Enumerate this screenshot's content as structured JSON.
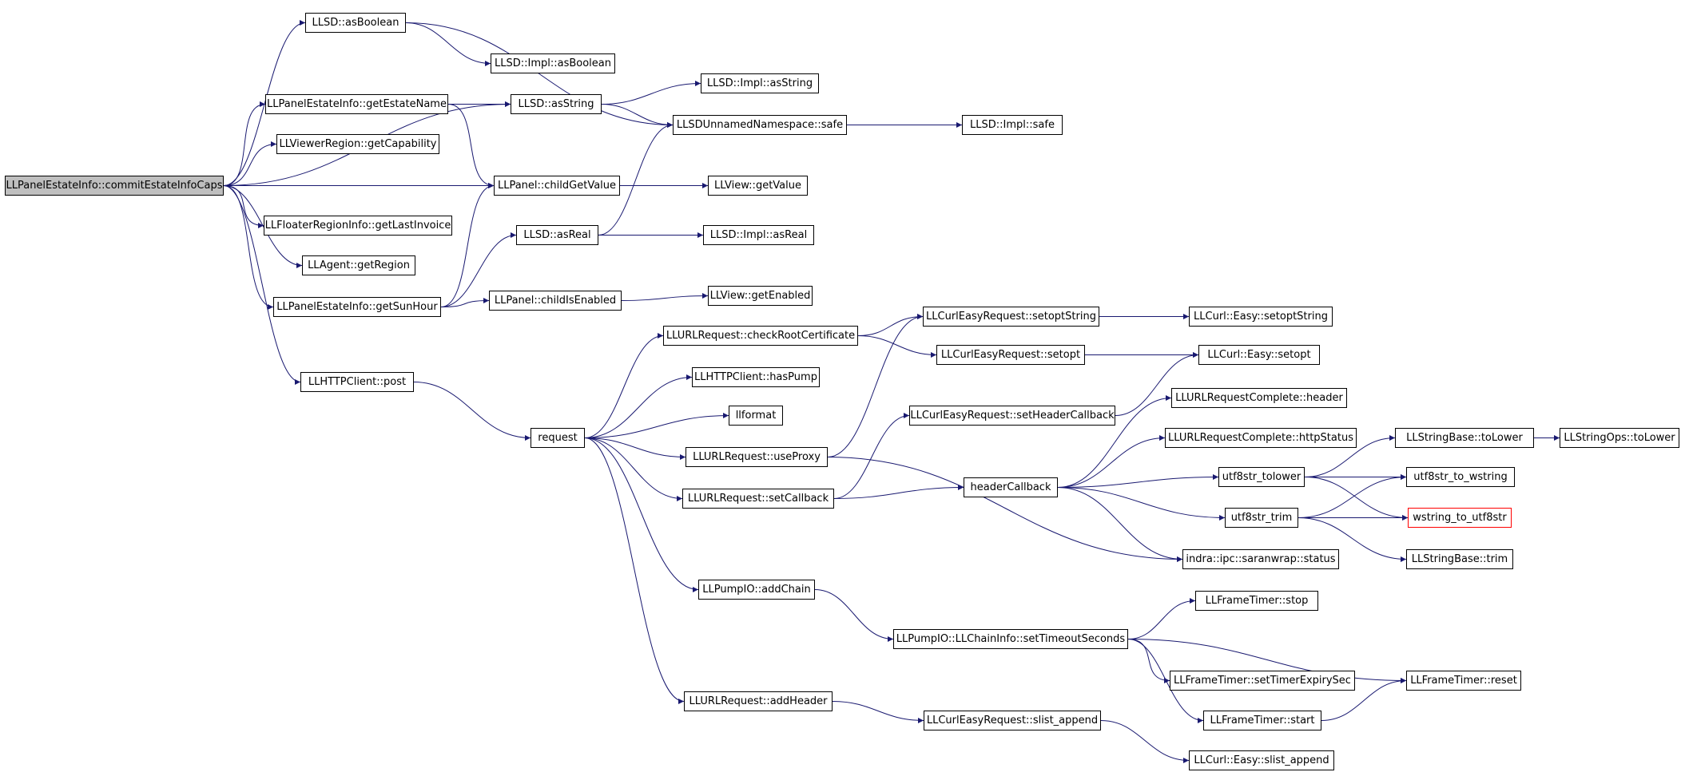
{
  "colors": {
    "edge": "#191970",
    "border": "#000000",
    "root_fill": "#bfbfbf",
    "highlight_border": "#ff0000"
  },
  "nodes": [
    {
      "id": "root",
      "label": "LLPanelEstateInfo::commitEstateInfoCaps",
      "kind": "root"
    },
    {
      "id": "asBoolean",
      "label": "LLSD::asBoolean"
    },
    {
      "id": "implAsBoolean",
      "label": "LLSD::Impl::asBoolean"
    },
    {
      "id": "implAsString",
      "label": "LLSD::Impl::asString"
    },
    {
      "id": "getEstateName",
      "label": "LLPanelEstateInfo::getEstateName"
    },
    {
      "id": "asString",
      "label": "LLSD::asString"
    },
    {
      "id": "safe",
      "label": "LLSDUnnamedNamespace::safe"
    },
    {
      "id": "implSafe",
      "label": "LLSD::Impl::safe"
    },
    {
      "id": "getCapability",
      "label": "LLViewerRegion::getCapability"
    },
    {
      "id": "childGetValue",
      "label": "LLPanel::childGetValue"
    },
    {
      "id": "getValue",
      "label": "LLView::getValue"
    },
    {
      "id": "getLastInvoice",
      "label": "LLFloaterRegionInfo::getLastInvoice"
    },
    {
      "id": "asReal",
      "label": "LLSD::asReal"
    },
    {
      "id": "implAsReal",
      "label": "LLSD::Impl::asReal"
    },
    {
      "id": "getRegion",
      "label": "LLAgent::getRegion"
    },
    {
      "id": "getSunHour",
      "label": "LLPanelEstateInfo::getSunHour"
    },
    {
      "id": "childIsEnabled",
      "label": "LLPanel::childIsEnabled"
    },
    {
      "id": "getEnabled",
      "label": "LLView::getEnabled"
    },
    {
      "id": "setoptString",
      "label": "LLCurlEasyRequest::setoptString"
    },
    {
      "id": "easySetoptString",
      "label": "LLCurl::Easy::setoptString"
    },
    {
      "id": "checkRootCertificate",
      "label": "LLURLRequest::checkRootCertificate"
    },
    {
      "id": "setopt",
      "label": "LLCurlEasyRequest::setopt"
    },
    {
      "id": "easySetopt",
      "label": "LLCurl::Easy::setopt"
    },
    {
      "id": "post",
      "label": "LLHTTPClient::post"
    },
    {
      "id": "hasPump",
      "label": "LLHTTPClient::hasPump"
    },
    {
      "id": "llformat",
      "label": "llformat"
    },
    {
      "id": "setHeaderCallback",
      "label": "LLCurlEasyRequest::setHeaderCallback"
    },
    {
      "id": "completeHeader",
      "label": "LLURLRequestComplete::header"
    },
    {
      "id": "request",
      "label": "request"
    },
    {
      "id": "useProxy",
      "label": "LLURLRequest::useProxy"
    },
    {
      "id": "httpStatus",
      "label": "LLURLRequestComplete::httpStatus"
    },
    {
      "id": "toLower",
      "label": "LLStringBase::toLower"
    },
    {
      "id": "opsToLower",
      "label": "LLStringOps::toLower"
    },
    {
      "id": "utf8Tolower",
      "label": "utf8str_tolower"
    },
    {
      "id": "utf8ToWstring",
      "label": "utf8str_to_wstring"
    },
    {
      "id": "setCallback",
      "label": "LLURLRequest::setCallback"
    },
    {
      "id": "headerCallback",
      "label": "headerCallback"
    },
    {
      "id": "utf8Trim",
      "label": "utf8str_trim"
    },
    {
      "id": "wstringToUtf8",
      "label": "wstring_to_utf8str",
      "kind": "red"
    },
    {
      "id": "saranwrap",
      "label": "indra::ipc::saranwrap::status"
    },
    {
      "id": "stringTrim",
      "label": "LLStringBase::trim"
    },
    {
      "id": "addChain",
      "label": "LLPumpIO::addChain"
    },
    {
      "id": "timerStop",
      "label": "LLFrameTimer::stop"
    },
    {
      "id": "setTimeoutSeconds",
      "label": "LLPumpIO::LLChainInfo::setTimeoutSeconds"
    },
    {
      "id": "setTimerExpirySec",
      "label": "LLFrameTimer::setTimerExpirySec"
    },
    {
      "id": "timerReset",
      "label": "LLFrameTimer::reset"
    },
    {
      "id": "addHeader",
      "label": "LLURLRequest::addHeader"
    },
    {
      "id": "timerStart",
      "label": "LLFrameTimer::start"
    },
    {
      "id": "slistAppend",
      "label": "LLCurlEasyRequest::slist_append"
    },
    {
      "id": "easySlistAppend",
      "label": "LLCurl::Easy::slist_append"
    }
  ],
  "edges": [
    [
      "root",
      "asBoolean"
    ],
    [
      "root",
      "asString"
    ],
    [
      "root",
      "getEstateName"
    ],
    [
      "root",
      "getCapability"
    ],
    [
      "root",
      "childGetValue"
    ],
    [
      "root",
      "getLastInvoice"
    ],
    [
      "root",
      "getRegion"
    ],
    [
      "root",
      "getSunHour"
    ],
    [
      "root",
      "post"
    ],
    [
      "asBoolean",
      "implAsBoolean"
    ],
    [
      "asBoolean",
      "safe"
    ],
    [
      "getEstateName",
      "asString"
    ],
    [
      "getEstateName",
      "childGetValue"
    ],
    [
      "asString",
      "implAsString"
    ],
    [
      "asString",
      "safe"
    ],
    [
      "safe",
      "implSafe"
    ],
    [
      "childGetValue",
      "getValue"
    ],
    [
      "getSunHour",
      "childGetValue"
    ],
    [
      "getSunHour",
      "asReal"
    ],
    [
      "getSunHour",
      "childIsEnabled"
    ],
    [
      "asReal",
      "implAsReal"
    ],
    [
      "asReal",
      "safe"
    ],
    [
      "childIsEnabled",
      "getEnabled"
    ],
    [
      "post",
      "request"
    ],
    [
      "request",
      "checkRootCertificate"
    ],
    [
      "request",
      "hasPump"
    ],
    [
      "request",
      "llformat"
    ],
    [
      "request",
      "useProxy"
    ],
    [
      "request",
      "setCallback"
    ],
    [
      "request",
      "addChain"
    ],
    [
      "request",
      "addHeader"
    ],
    [
      "checkRootCertificate",
      "setoptString"
    ],
    [
      "checkRootCertificate",
      "setopt"
    ],
    [
      "setoptString",
      "easySetoptString"
    ],
    [
      "setopt",
      "easySetopt"
    ],
    [
      "useProxy",
      "setoptString"
    ],
    [
      "useProxy",
      "saranwrap"
    ],
    [
      "setCallback",
      "setHeaderCallback"
    ],
    [
      "setCallback",
      "headerCallback"
    ],
    [
      "setHeaderCallback",
      "easySetopt"
    ],
    [
      "headerCallback",
      "completeHeader"
    ],
    [
      "headerCallback",
      "httpStatus"
    ],
    [
      "headerCallback",
      "utf8Tolower"
    ],
    [
      "headerCallback",
      "utf8Trim"
    ],
    [
      "headerCallback",
      "saranwrap"
    ],
    [
      "utf8Tolower",
      "toLower"
    ],
    [
      "utf8Tolower",
      "utf8ToWstring"
    ],
    [
      "utf8Tolower",
      "wstringToUtf8"
    ],
    [
      "utf8Trim",
      "utf8ToWstring"
    ],
    [
      "utf8Trim",
      "wstringToUtf8"
    ],
    [
      "utf8Trim",
      "stringTrim"
    ],
    [
      "toLower",
      "opsToLower"
    ],
    [
      "addChain",
      "setTimeoutSeconds"
    ],
    [
      "setTimeoutSeconds",
      "timerStop"
    ],
    [
      "setTimeoutSeconds",
      "setTimerExpirySec"
    ],
    [
      "setTimeoutSeconds",
      "timerReset"
    ],
    [
      "setTimeoutSeconds",
      "timerStart"
    ],
    [
      "timerStart",
      "timerReset"
    ],
    [
      "addHeader",
      "slistAppend"
    ],
    [
      "slistAppend",
      "easySlistAppend"
    ]
  ]
}
